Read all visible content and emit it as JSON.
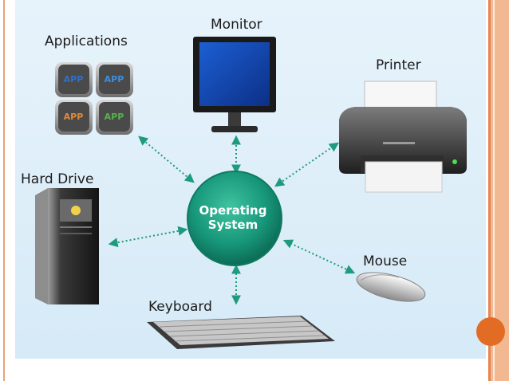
{
  "diagram": {
    "center": {
      "line1": "Operating",
      "line2": "System"
    },
    "nodes": {
      "applications": "Applications",
      "monitor": "Monitor",
      "printer": "Printer",
      "hard_drive": "Hard Drive",
      "mouse": "Mouse",
      "keyboard": "Keyboard"
    },
    "app_tiles": [
      "APP",
      "APP",
      "APP",
      "APP"
    ]
  },
  "colors": {
    "accent_teal": "#1e9a7c",
    "panel": "#dcedf8",
    "slide_orange": "#e36c24"
  }
}
